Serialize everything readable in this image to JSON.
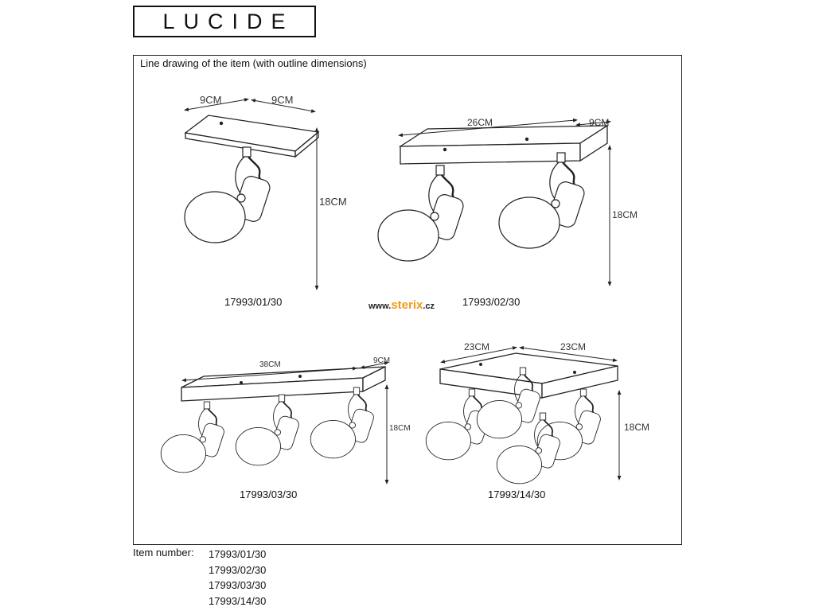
{
  "brand": {
    "logo_text": "LUCIDE"
  },
  "frame": {
    "title": "Line drawing of the item (with outline dimensions)"
  },
  "drawings": [
    {
      "code": "17993/01/30",
      "dims": [
        "9CM",
        "9CM",
        "18CM"
      ]
    },
    {
      "code": "17993/02/30",
      "dims": [
        "26CM",
        "9CM",
        "18CM"
      ]
    },
    {
      "code": "17993/03/30",
      "dims": [
        "38CM",
        "9CM",
        "18CM"
      ]
    },
    {
      "code": "17993/14/30",
      "dims": [
        "23CM",
        "23CM",
        "18CM"
      ]
    }
  ],
  "watermark": {
    "prefix": "www.",
    "brand": "sterix",
    "suffix": ".cz"
  },
  "items": {
    "label": "Item number:",
    "numbers": [
      "17993/01/30",
      "17993/02/30",
      "17993/03/30",
      "17993/14/30"
    ]
  }
}
